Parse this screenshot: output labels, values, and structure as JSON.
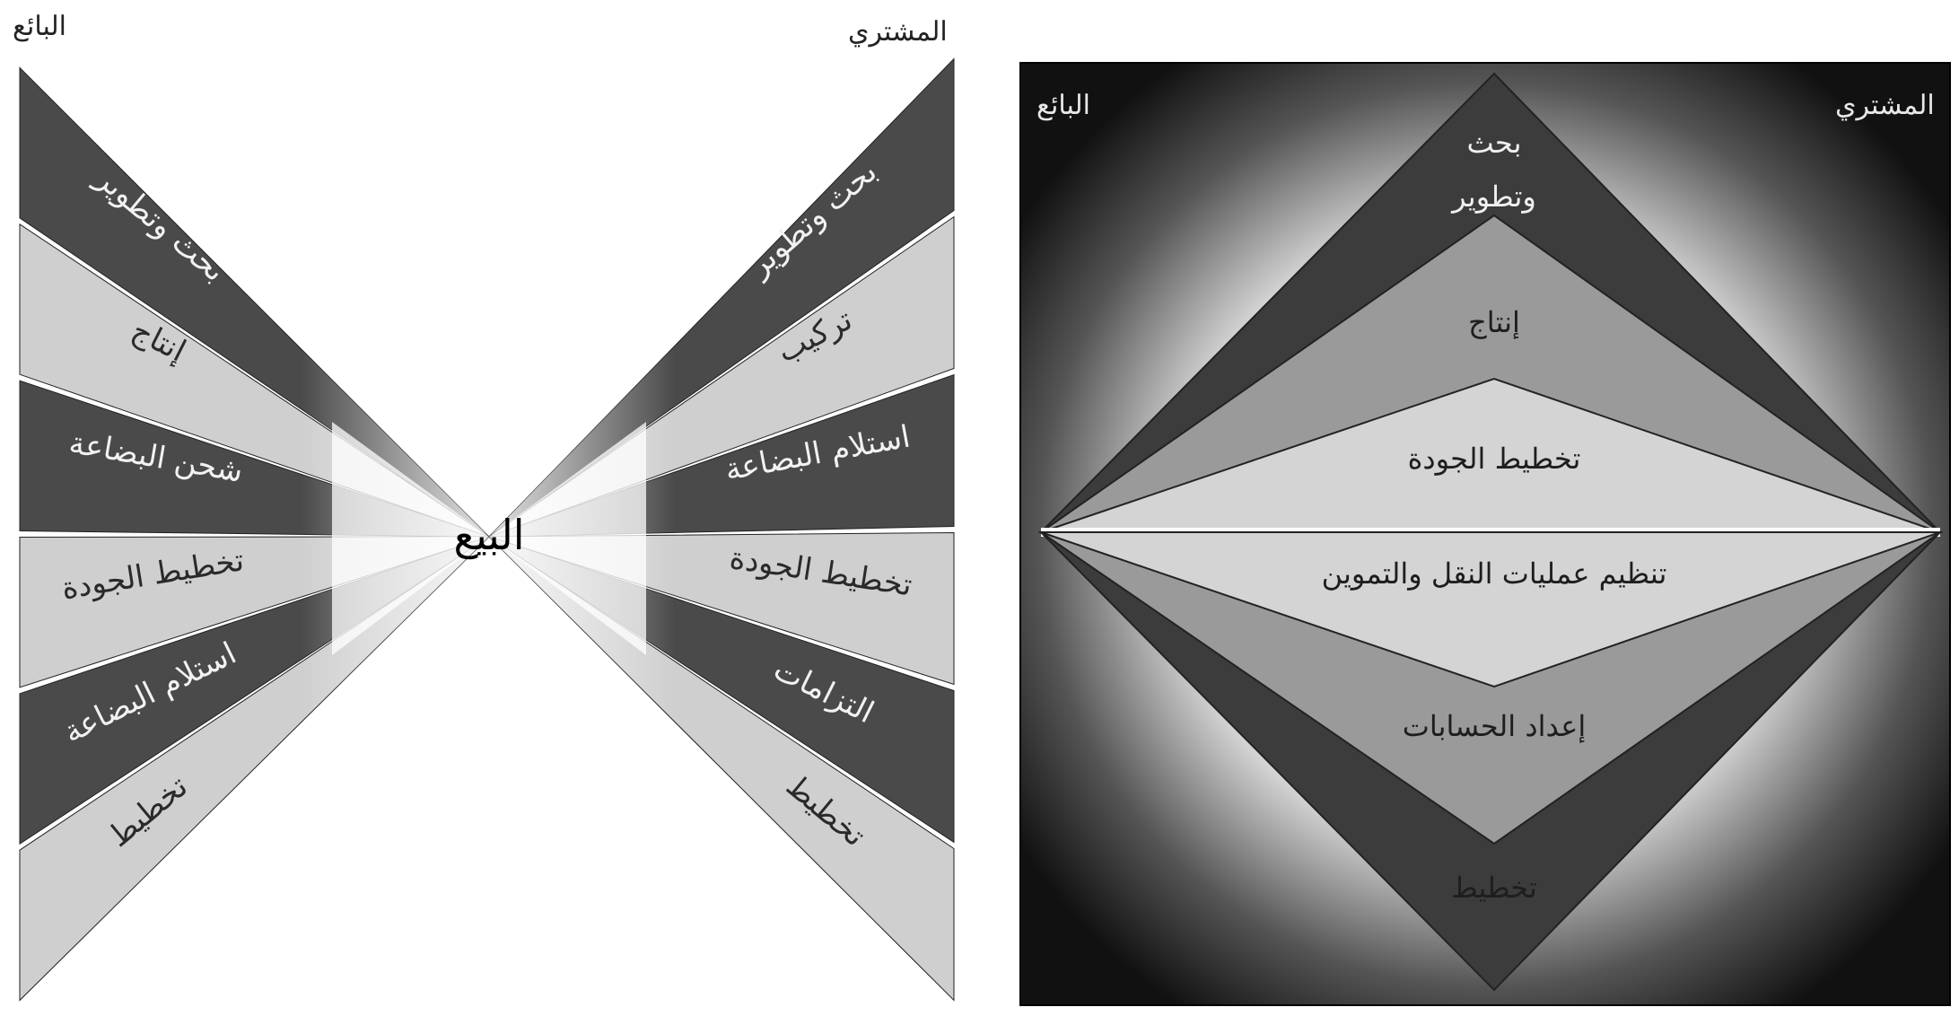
{
  "left_diagram": {
    "seller_label": "البائع",
    "buyer_label": "المشتري",
    "center_label": "البيع",
    "seller_bands": [
      {
        "label": "بحث وتطوير",
        "color": "#4a4a4a"
      },
      {
        "label": "إنتاج",
        "color": "#cfcfcf"
      },
      {
        "label": "شحن البضاعة",
        "color": "#4a4a4a"
      },
      {
        "label": "تخطيط الجودة",
        "color": "#cfcfcf"
      },
      {
        "label": "استلام البضاعة",
        "color": "#4a4a4a"
      },
      {
        "label": "تخطيط",
        "color": "#cfcfcf"
      }
    ],
    "buyer_bands": [
      {
        "label": "بحث وتطوير",
        "color": "#4a4a4a"
      },
      {
        "label": "تركيب",
        "color": "#cfcfcf"
      },
      {
        "label": "استلام البضاعة",
        "color": "#4a4a4a"
      },
      {
        "label": "تخطيط الجودة",
        "color": "#cfcfcf"
      },
      {
        "label": "التزامات",
        "color": "#4a4a4a"
      },
      {
        "label": "تخطيط",
        "color": "#cfcfcf"
      }
    ]
  },
  "right_diagram": {
    "seller_label": "البائع",
    "buyer_label": "المشتري",
    "upper_layers": [
      {
        "label_lines": [
          "بحث",
          "وتطوير"
        ],
        "color": "#3c3c3c"
      },
      {
        "label_lines": [
          "إنتاج"
        ],
        "color": "#9a9a9a"
      },
      {
        "label_lines": [
          "تخطيط الجودة"
        ],
        "color": "#d4d4d4"
      }
    ],
    "lower_layers": [
      {
        "label_lines": [
          "تنظيم عمليات النقل والتموين"
        ],
        "color": "#d4d4d4"
      },
      {
        "label_lines": [
          "إعداد الحسابات"
        ],
        "color": "#9a9a9a"
      },
      {
        "label_lines": [
          "تخطيط"
        ],
        "color": "#3c3c3c"
      }
    ]
  }
}
